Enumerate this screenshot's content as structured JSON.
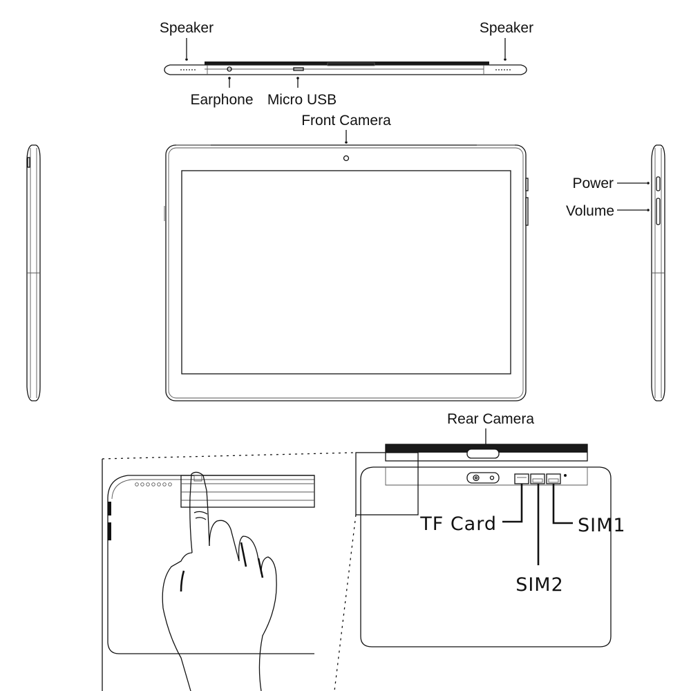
{
  "labels": {
    "speaker_left": "Speaker",
    "speaker_right": "Speaker",
    "earphone": "Earphone",
    "micro_usb": "Micro USB",
    "front_camera": "Front Camera",
    "power": "Power",
    "volume": "Volume",
    "rear_camera": "Rear Camera",
    "tf_card": "TF Card",
    "sim1": "SIM1",
    "sim2": "SIM2"
  },
  "colors": {
    "line": "#111111",
    "bezel": "#1a1a1a",
    "background": "#ffffff"
  }
}
